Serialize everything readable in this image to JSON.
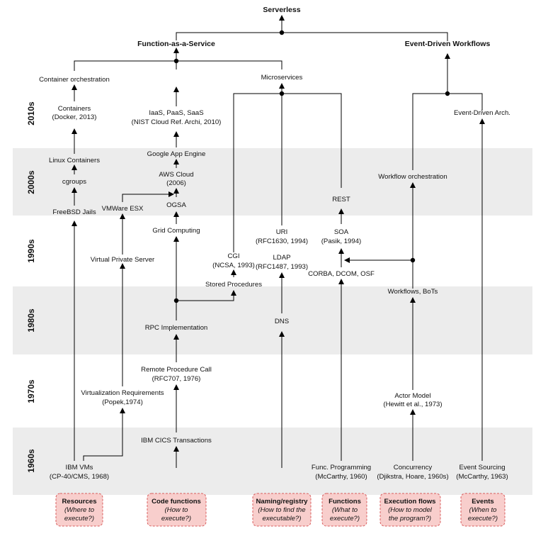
{
  "eras": [
    "2010s",
    "2000s",
    "1990s",
    "1980s",
    "1970s",
    "1960s"
  ],
  "headers": {
    "root": "Serverless",
    "faas": "Function-as-a-Service",
    "edw": "Event-Driven Workflows"
  },
  "resources": {
    "container_orch": "Container orchestration",
    "containers_1": "Containers",
    "containers_2": "(Docker, 2013)",
    "linux_containers": "Linux Containers",
    "cgroups": "cgroups",
    "freebsd": "FreeBSD Jails",
    "vmware": "VMWare ESX",
    "vps": "Virtual Private Server",
    "virt_req_1": "Virtualization Requirements",
    "virt_req_2": "(Popek,1974)",
    "ibm_vms_1": "IBM VMs",
    "ibm_vms_2": "(CP-40/CMS, 1968)"
  },
  "code": {
    "iaas_1": "IaaS, PaaS, SaaS",
    "iaas_2": "(NIST Cloud Ref. Archi, 2010)",
    "gae": "Google App Engine",
    "aws_1": "AWS Cloud",
    "aws_2": "(2006)",
    "ogsa": "OGSA",
    "grid": "Grid Computing",
    "rpc_impl": "RPC Implementation",
    "rpc_1": "Remote Procedure Call",
    "rpc_2": "(RFC707, 1976)",
    "cics": "IBM CICS Transactions"
  },
  "naming": {
    "microservices": "Microservices",
    "cgi_1": "CGI",
    "cgi_2": "(NCSA, 1993)",
    "stored_proc": "Stored Procedures",
    "uri_1": "URI",
    "uri_2": "(RFC1630, 1994)",
    "ldap_1": "LDAP",
    "ldap_2": "(RFC1487, 1993)",
    "dns": "DNS"
  },
  "functions": {
    "rest": "REST",
    "soa_1": "SOA",
    "soa_2": "(Pasik, 1994)",
    "corba": "CORBA, DCOM, OSF",
    "func_prog_1": "Func. Programming",
    "func_prog_2": "(McCarthy, 1960)"
  },
  "flows": {
    "workflow_orch": "Workflow orchestration",
    "workflows_bots": "Workflows, BoTs",
    "actor_1": "Actor Model",
    "actor_2": "(Hewitt et al., 1973)",
    "concurrency_1": "Concurrency",
    "concurrency_2": "(Djikstra, Hoare, 1960s)"
  },
  "events": {
    "eda": "Event-Driven Arch.",
    "es_1": "Event Sourcing",
    "es_2": "(McCarthy, 1963)"
  },
  "categories": [
    {
      "title": "Resources",
      "sub1": "(Where to",
      "sub2": "execute?)"
    },
    {
      "title": "Code functions",
      "sub1": "(How to",
      "sub2": "execute?)"
    },
    {
      "title": "Naming/registry",
      "sub1": "(How to find the",
      "sub2": "executable?)"
    },
    {
      "title": "Functions",
      "sub1": "(What to",
      "sub2": "execute?)"
    },
    {
      "title": "Execution flows",
      "sub1": "(How to model",
      "sub2": "the program?)"
    },
    {
      "title": "Events",
      "sub1": "(When to",
      "sub2": "execute?)"
    }
  ],
  "colors": {
    "band": "#ececec",
    "category_fill": "#f8cecc",
    "category_border": "#d85c5c"
  }
}
